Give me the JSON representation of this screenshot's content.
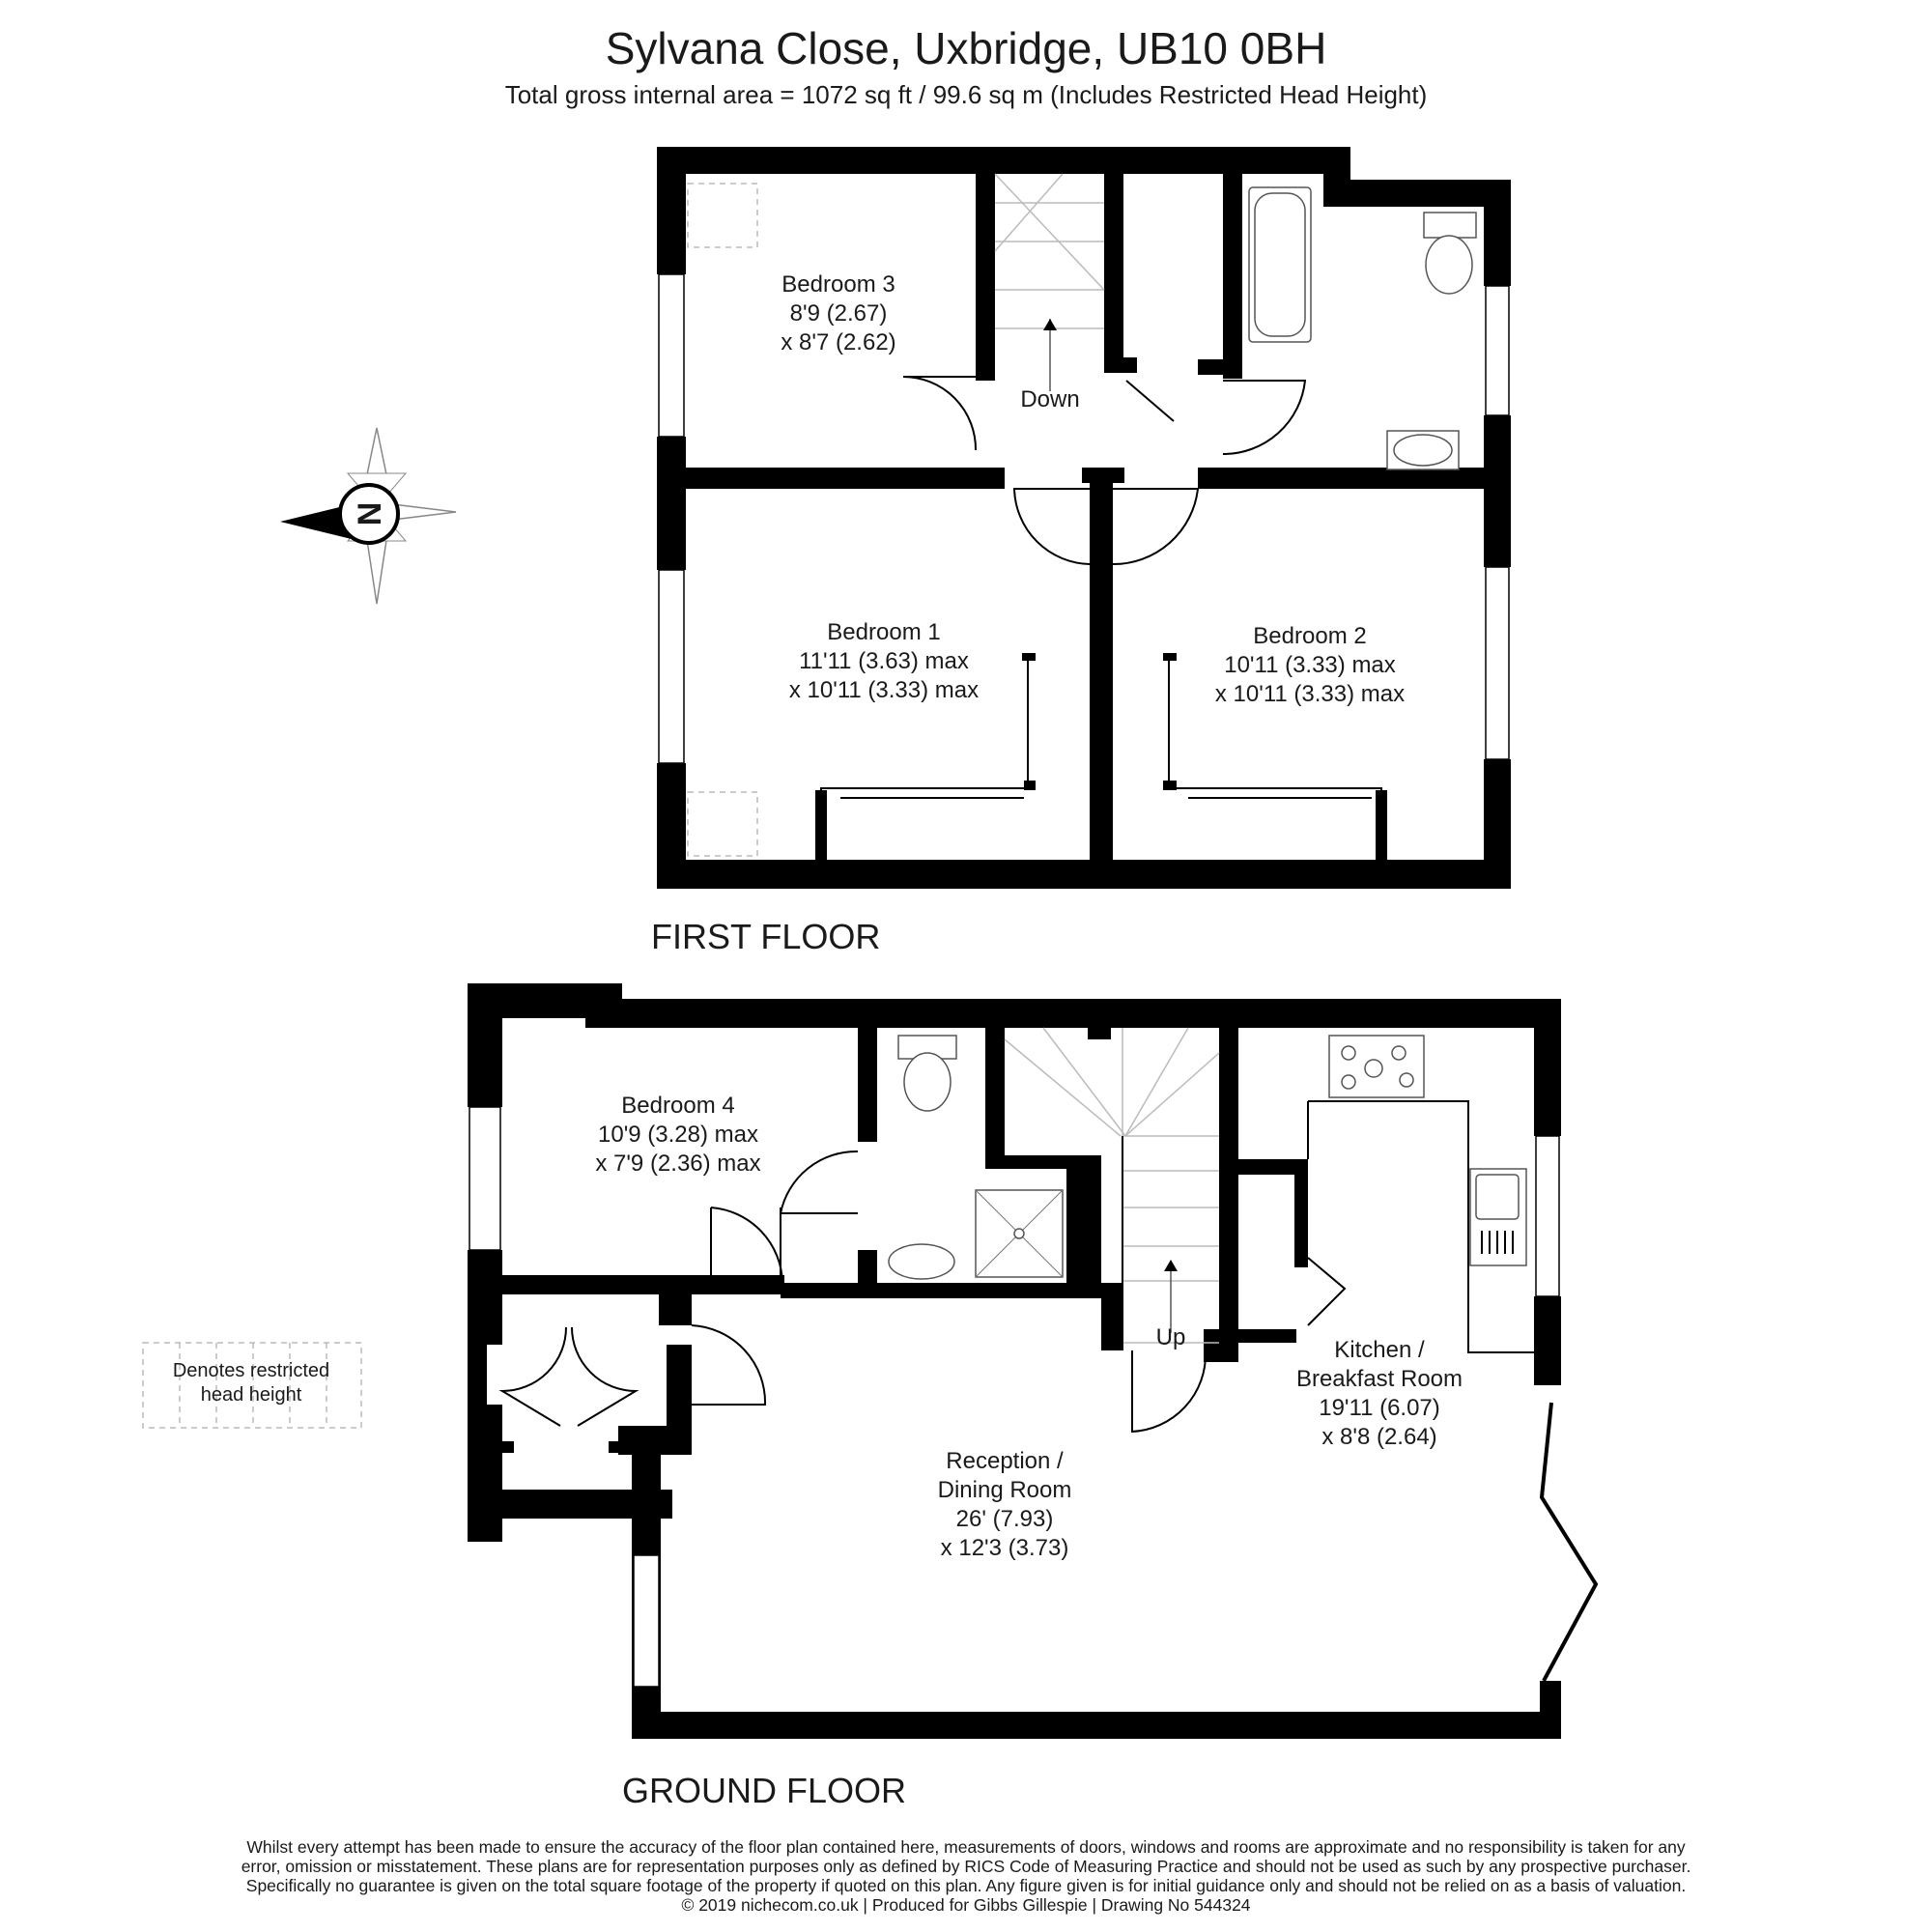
{
  "header": {
    "title": "Sylvana Close, Uxbridge, UB10 0BH",
    "subtitle": "Total gross internal area =  1072 sq ft / 99.6 sq m (Includes Restricted Head Height)"
  },
  "first_floor": {
    "label": "FIRST FLOOR",
    "stairs_label": "Down",
    "rooms": [
      {
        "name": "Bedroom 3",
        "dim1": "8'9 (2.67)",
        "dim2": "x 8'7 (2.62)"
      },
      {
        "name": "Bedroom 1",
        "dim1": "11'11 (3.63) max",
        "dim2": "x 10'11 (3.33) max"
      },
      {
        "name": "Bedroom 2",
        "dim1": "10'11 (3.33) max",
        "dim2": "x 10'11 (3.33) max"
      }
    ]
  },
  "ground_floor": {
    "label": "GROUND FLOOR",
    "stairs_label": "Up",
    "rooms": [
      {
        "name": "Bedroom 4",
        "dim1": "10'9 (3.28) max",
        "dim2": "x 7'9 (2.36) max"
      },
      {
        "name": "Kitchen /",
        "name2": "Breakfast Room",
        "dim1": "19'11 (6.07)",
        "dim2": "x 8'8 (2.64)"
      },
      {
        "name": "Reception /",
        "name2": "Dining Room",
        "dim1": "26' (7.93)",
        "dim2": "x 12'3 (3.73)"
      }
    ]
  },
  "compass": {
    "letter": "N",
    "icon": "north-compass-icon"
  },
  "legend": {
    "line1": "Denotes restricted",
    "line2": "head height"
  },
  "disclaimer": {
    "line1": "Whilst every attempt has been made to ensure the accuracy of the floor plan contained here, measurements of doors, windows and rooms are approximate and no responsibility is taken for any",
    "line2": "error, omission or misstatement. These plans are for representation purposes only as defined by RICS Code of Measuring Practice and should not be used as such by any prospective purchaser.",
    "line3": "Specifically no guarantee is given on the total square footage of the property if quoted on this plan. Any figure given is for initial guidance only and should not be relied on as a basis of valuation.",
    "line4": "© 2019 nichecom.co.uk  |  Produced for Gibbs Gillespie  |  Drawing No 544324"
  }
}
